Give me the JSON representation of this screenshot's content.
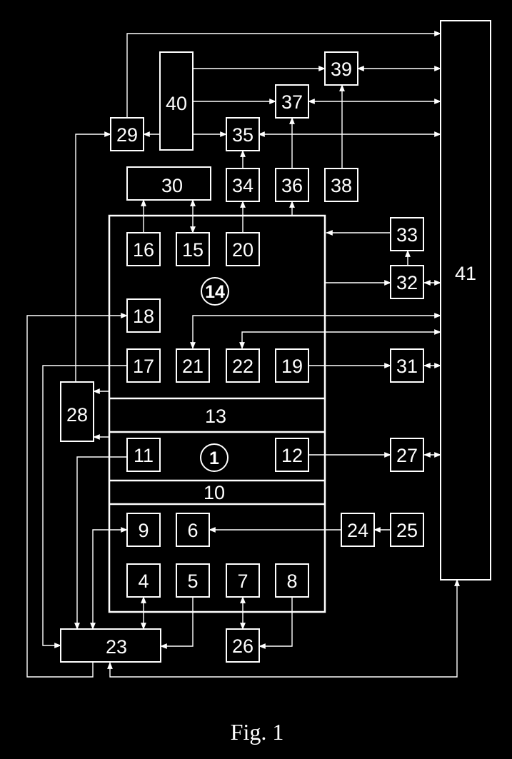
{
  "labels": {
    "b41": "41",
    "b40": "40",
    "b39": "39",
    "b37": "37",
    "b29": "29",
    "b35": "35",
    "b30": "30",
    "b34": "34",
    "b36": "36",
    "b38": "38",
    "b33": "33",
    "b32": "32",
    "b31": "31",
    "b27": "27",
    "b28": "28",
    "b24": "24",
    "b25": "25",
    "b23": "23",
    "b26": "26",
    "b16": "16",
    "b15": "15",
    "b20": "20",
    "b18": "18",
    "b17": "17",
    "b21": "21",
    "b22": "22",
    "b19": "19",
    "b13": "13",
    "b11": "11",
    "b12": "12",
    "b10": "10",
    "b9": "9",
    "b6": "6",
    "b4": "4",
    "b5": "5",
    "b7": "7",
    "b8": "8",
    "c14": "14",
    "c1": "1"
  },
  "caption": "Fig. 1"
}
